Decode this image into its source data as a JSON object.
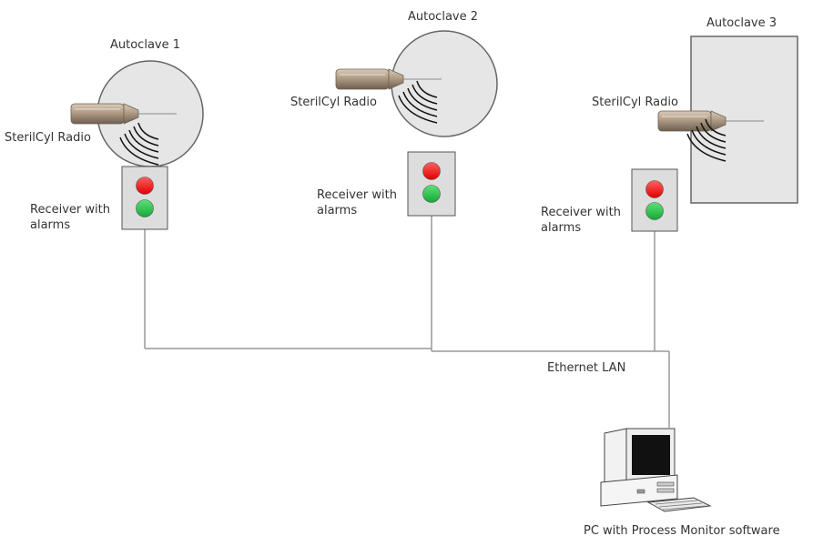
{
  "autoclaves": [
    {
      "label": "Autoclave 1",
      "shape": "circle",
      "radio_label": "SterilCyl Radio",
      "receiver_label": "Receiver with alarms"
    },
    {
      "label": "Autoclave 2",
      "shape": "circle",
      "radio_label": "SterilCyl Radio",
      "receiver_label": "Receiver with alarms"
    },
    {
      "label": "Autoclave 3",
      "shape": "rectangle",
      "radio_label": "SterilCyl Radio",
      "receiver_label": "Receiver with alarms"
    }
  ],
  "network": {
    "label": "Ethernet LAN"
  },
  "pc": {
    "label": "PC with Process Monitor software"
  },
  "colors": {
    "vessel_fill": "#e6e6e6",
    "vessel_stroke": "#666666",
    "alarm_red": "#ff1a1a",
    "alarm_green": "#1fbf3f",
    "cable": "#999999",
    "probe": "#b09c86"
  },
  "icons": [
    "sterilcyl-probe-icon",
    "radio-signal-icon",
    "alarm-light-red-icon",
    "alarm-light-green-icon",
    "pc-icon"
  ]
}
